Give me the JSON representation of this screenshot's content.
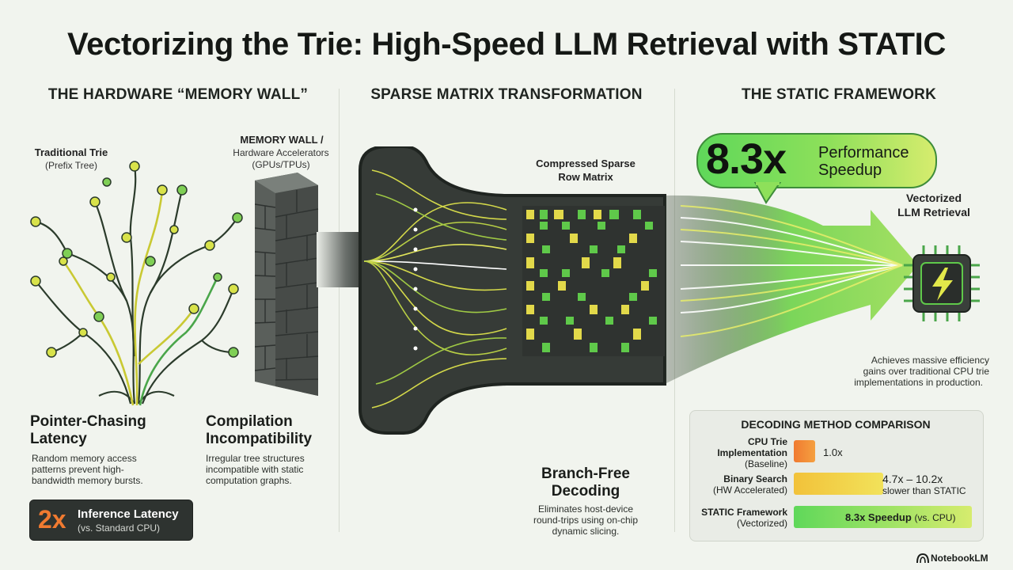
{
  "title": "Vectorizing the Trie: High-Speed LLM Retrieval with STATIC",
  "sections": {
    "left": "THE HARDWARE “MEMORY WALL”",
    "middle": "SPARSE MATRIX TRANSFORMATION",
    "right": "THE STATIC FRAMEWORK"
  },
  "trie": {
    "title": "Traditional Trie",
    "subtitle": "(Prefix Tree)"
  },
  "memory_wall": {
    "title": "MEMORY WALL /",
    "subtitle1": "Hardware Accelerators",
    "subtitle2": "(GPUs/TPUs)"
  },
  "pointer": {
    "head1": "Pointer-Chasing",
    "head2": "Latency",
    "d1": "Random memory access",
    "d2": "patterns prevent high-",
    "d3": "bandwidth memory bursts."
  },
  "compile": {
    "head1": "Compilation",
    "head2": "Incompatibility",
    "d1": "Irregular tree structures",
    "d2": "incompatible with static",
    "d3": "computation graphs."
  },
  "badge": {
    "value": "2x",
    "label": "Inference Latency",
    "sub": "(vs. Standard CPU)"
  },
  "csr": {
    "line1": "Compressed Sparse",
    "line2": "Row Matrix"
  },
  "branch": {
    "head1": "Branch-Free",
    "head2": "Decoding",
    "d1": "Eliminates host-device",
    "d2": "round-trips using on-chip",
    "d3": "dynamic slicing."
  },
  "speedup": {
    "value": "8.3x",
    "line1": "Performance",
    "line2": "Speedup"
  },
  "vectorized": {
    "line1": "Vectorized",
    "line2": "LLM Retrieval"
  },
  "efficiency": {
    "d1": "Achieves massive efficiency",
    "d2": "gains over traditional CPU trie",
    "d3": "implementations in production."
  },
  "comparison": {
    "title": "DECODING METHOD COMPARISON",
    "rows": [
      {
        "l1": "CPU Trie",
        "l2": "Implementation",
        "l3": "(Baseline)",
        "value": "1.0x",
        "fill": 0.12
      },
      {
        "l1": "Binary Search",
        "l2": "(HW Accelerated)",
        "value": "4.7x – 10.2x",
        "value2": "slower than STATIC",
        "fill": 0.5
      },
      {
        "l1": "STATIC Framework",
        "l2": "(Vectorized)",
        "value": "8.3x Speedup",
        "value_suffix": "(vs. CPU)",
        "fill": 1.0
      }
    ],
    "colors": {
      "cpu": "#f07a30",
      "binary": "#f2d94a",
      "static": "#5fd85a"
    }
  },
  "footer": "NotebookLM",
  "icons": {
    "wall": "brick-wall-icon",
    "tree": "tree-icon",
    "chip": "lightning-chip-icon",
    "logo": "notebooklm-logo-icon"
  }
}
